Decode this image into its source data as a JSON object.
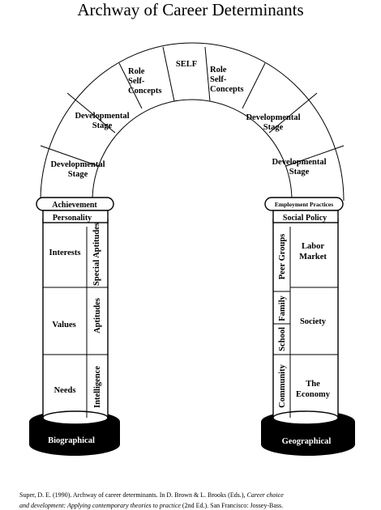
{
  "title": "Archway of Career Determinants",
  "arch": {
    "top": "SELF",
    "left_upper_1": "Role",
    "left_upper_2": "Self-",
    "left_upper_3": "Concepts",
    "right_upper_1": "Role",
    "right_upper_2": "Self-",
    "right_upper_3": "Concepts",
    "left_mid_1": "Developmental",
    "left_mid_2": "Stage",
    "right_mid_1": "Developmental",
    "right_mid_2": "Stage",
    "left_low_1": "Developmental",
    "left_low_2": "Stage",
    "right_low_1": "Developmental",
    "right_low_2": "Stage"
  },
  "left_column": {
    "capital": "Achievement",
    "band": "Personality",
    "cells": [
      "Interests",
      "Values",
      "Needs"
    ],
    "side_cells": [
      "Special Aptitudes",
      "Aptitudes",
      "Intelligence"
    ],
    "base": "Biographical"
  },
  "right_column": {
    "capital": "Employment Practices",
    "band": "Social Policy",
    "cells_1": [
      "Labor",
      "Society",
      "The"
    ],
    "cells_2": [
      "Market",
      "",
      "Economy"
    ],
    "side_cells": [
      "Peer Groups",
      "Family",
      "School",
      "Community"
    ],
    "base": "Geographical"
  },
  "citation": {
    "line1_a": "Super, D. E. (1990).  Archway of career determinants.  In D. Brown & L. Brooks (Eds.), ",
    "line1_b": "Career choice",
    "line2_a": "and development:  Applying contemporary theories to practice",
    "line2_b": " (2nd Ed.).  San Francisco:  Jossey-Bass."
  }
}
